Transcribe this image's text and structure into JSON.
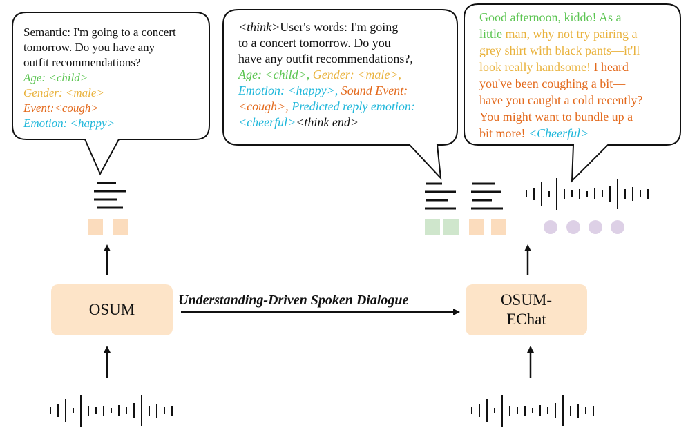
{
  "colors": {
    "age": "#5cc552",
    "gender": "#e9b23c",
    "event": "#e36a1d",
    "emotion": "#1fb7da",
    "box_fill": "#fde4c8",
    "square_text": "#fbdcbd",
    "square_green": "#cfe6cc",
    "dot_purple": "#ddd0e6"
  },
  "bubble_left": {
    "line1": "Semantic: I'm going to a concert",
    "line2": "tomorrow.  Do you have any",
    "line3": "outfit recommendations?",
    "age": "Age: <child>",
    "gender": "Gender: <male>",
    "event": "Event:<cough>",
    "emotion": "Emotion: <happy>"
  },
  "bubble_middle": {
    "think_tag": "<think>",
    "l1": "User's words: I'm going",
    "l2": "to a concert tomorrow.  Do you",
    "l3": "have any outfit recommendations?,",
    "age": "Age: <child>,",
    "gender": " Gender: <male>,",
    "emotion": "Emotion: <happy>,",
    "sound_event": " Sound Event:",
    "cough": "<cough>,",
    "predicted": " Predicted reply emotion:",
    "cheerful": "<cheerful>",
    "think_end": "<think end>"
  },
  "bubble_right": {
    "l1": "Good afternoon, kiddo! As a",
    "l2a": "little",
    "l2b": " man, why not try pairing a",
    "l3": "grey shirt with black pants—it'll",
    "l4a": "look really handsome!",
    "l4b": " I heard",
    "l5": "you've been coughing a bit—",
    "l6": "have you caught a cold recently?",
    "l7": "You might want to bundle up a",
    "l8a": "bit more!",
    "l8b": " <Cheerful>"
  },
  "boxes": {
    "osum": "OSUM",
    "osum_echat_1": "OSUM-",
    "osum_echat_2": "EChat"
  },
  "arrow_label": "Understanding-Driven Spoken Dialogue"
}
